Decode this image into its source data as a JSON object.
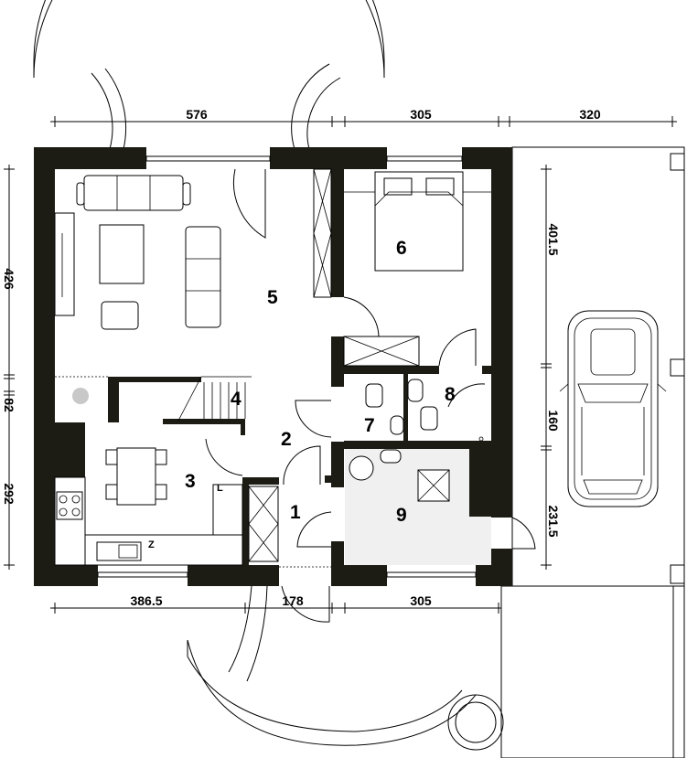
{
  "title": "Ground floor plan",
  "rooms": [
    {
      "number": "1"
    },
    {
      "number": "2"
    },
    {
      "number": "3"
    },
    {
      "number": "4"
    },
    {
      "number": "5"
    },
    {
      "number": "6"
    },
    {
      "number": "7"
    },
    {
      "number": "8"
    },
    {
      "number": "9"
    }
  ],
  "dimensions": {
    "top": [
      "576",
      "305",
      "320"
    ],
    "bottom": [
      "386.5",
      "178",
      "305"
    ],
    "left": [
      "426",
      "82",
      "292"
    ],
    "garage": [
      "401.5",
      "160",
      "231.5"
    ]
  },
  "symbols": {
    "fridge": "L",
    "dishwasher": "Z"
  },
  "colors": {
    "wall": "#1c1c14",
    "utility_room_fill": "#f0f0f0",
    "boiler": "#c8c8c8"
  }
}
